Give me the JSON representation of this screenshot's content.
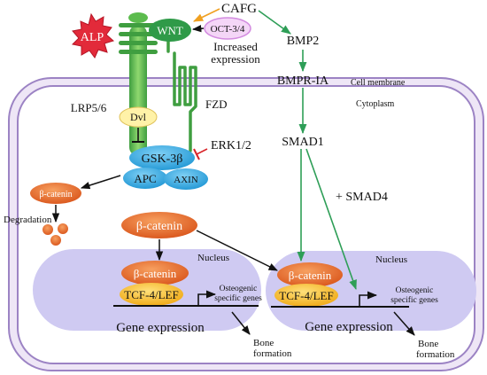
{
  "labels": {
    "cafg": "CAFG",
    "alp": "ALP",
    "wnt": "WNT",
    "oct": "OCT-3/4",
    "increased": "Increased",
    "expression_word": "expression",
    "bmp2": "BMP2",
    "bmpr": "BMPR-IA",
    "cell_membrane": "Cell membrane",
    "cytoplasm": "Cytoplasm",
    "lrp": "LRP5/6",
    "fzd": "FZD",
    "dvl": "Dvl",
    "erk": "ERK1/2",
    "smad1": "SMAD1",
    "gsk": "GSK-3β",
    "apc": "APC",
    "axin": "AXIN",
    "bcat_free": "β-catenin",
    "degradation": "Degradation",
    "smad4": "+ SMAD4",
    "bcat_mid": "β-catenin",
    "nucleus_left": "Nucleus",
    "nucleus_right": "Nucleus",
    "bcat_left": "β-catenin",
    "tcf_left": "TCF-4/LEF",
    "osteo_left_1": "Osteogenic",
    "osteo_left_2": "specific genes",
    "gene_left": "Gene expression",
    "bone_left_1": "Bone",
    "bone_left_2": "formation",
    "bcat_right": "β-catenin",
    "tcf_right": "TCF-4/LEF",
    "osteo_right_1": "Osteogenic",
    "osteo_right_2": "specific genes",
    "gene_right": "Gene expression",
    "bone_right_1": "Bone",
    "bone_right_2": "formation"
  },
  "colors": {
    "green_arrow": "#2e9e57",
    "orange_arrow": "#f0a020",
    "inhibit": "#d9252a",
    "membrane_fill": "#eee6f6",
    "membrane_stroke": "#9c83c4",
    "nucleus": "#cfcaf2",
    "beta_catenin": "#e0641e",
    "gsk": "#2aa7e0",
    "tcf": "#f2b21c",
    "receptor": "#52b54f",
    "wnt": "#2f9a48",
    "oct": "#e6aef0",
    "alp": "#e22a3a",
    "dvl": "#fff2a8"
  }
}
